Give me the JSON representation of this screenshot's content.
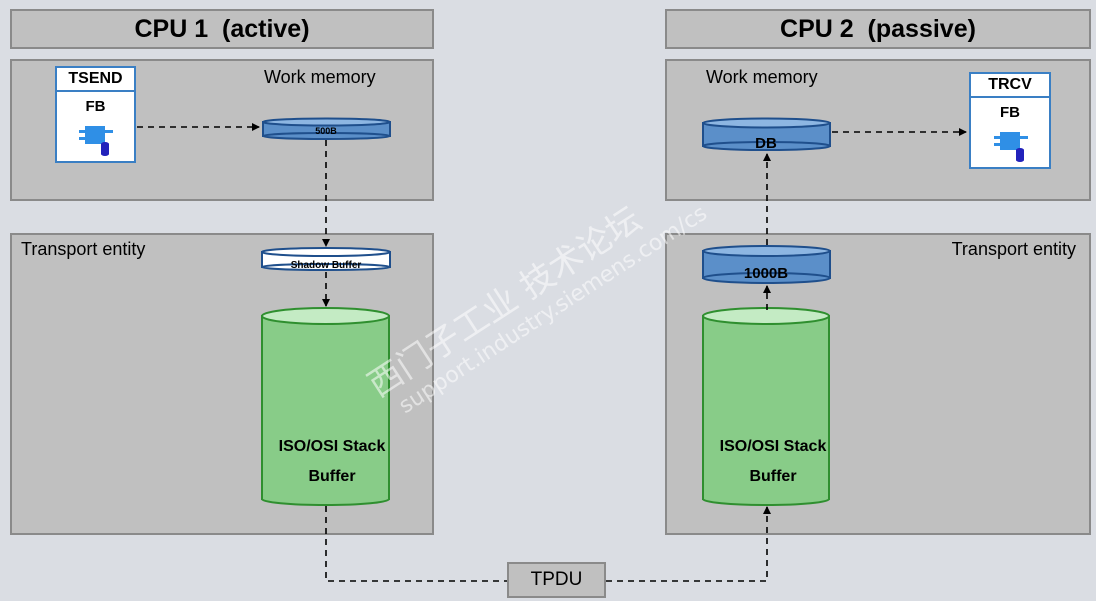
{
  "cpu1": {
    "title": "CPU 1  (active)",
    "work_memory": "Work memory",
    "transport_entity": "Transport entity",
    "block": {
      "name": "TSEND",
      "type": "FB"
    },
    "buffer_500": "500B",
    "shadow_buffer": "Shadow Buffer",
    "stack_line1": "ISO/OSI Stack",
    "stack_line2": "Buffer"
  },
  "cpu2": {
    "title": "CPU 2  (passive)",
    "work_memory": "Work memory",
    "transport_entity": "Transport entity",
    "block": {
      "name": "TRCV",
      "type": "FB"
    },
    "db": "DB",
    "buffer_1000": "1000B",
    "stack_line1": "ISO/OSI Stack",
    "stack_line2": "Buffer"
  },
  "tpdu": "TPDU",
  "watermark": {
    "line1": "西门子工业 技术论坛",
    "line2": "support.industry.siemens.com/cs"
  },
  "colors": {
    "background": "#dadde3",
    "panel": "#c0c0c0",
    "buffer_blue": "#5b8fc9",
    "stack_green": "#88cc88",
    "fb_border": "#3a7fc4"
  }
}
